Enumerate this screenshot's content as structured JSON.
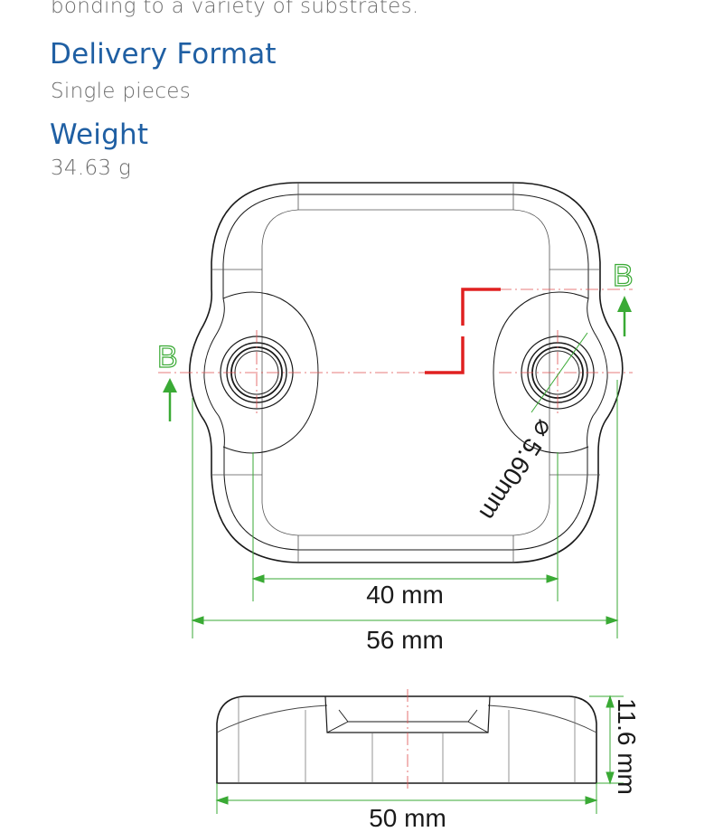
{
  "intro_text": "bonding to a variety of substrates.",
  "delivery_format": {
    "heading": "Delivery Format",
    "value": "Single pieces"
  },
  "weight": {
    "heading": "Weight",
    "value": "34.63 g"
  },
  "drawing": {
    "hole_spacing": "40 mm",
    "top_width": "56 mm",
    "side_width": "50 mm",
    "height": "11.6 mm",
    "hole_diameter": "⌀ 5.60mm",
    "section_label": "B",
    "colors": {
      "outline": "#1a1a1a",
      "dimension": "#3aaa35",
      "section": "#e02020",
      "centerline": "#e05050"
    }
  }
}
